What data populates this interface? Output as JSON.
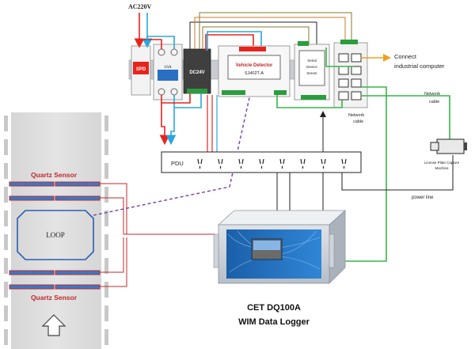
{
  "power": {
    "source": "AC220V",
    "spd": "SPD",
    "breaker": "16A",
    "psu": "DC24V"
  },
  "devices": {
    "vehicle_detector": {
      "title": "Vehicle Detector",
      "model": "SJ402T-A"
    },
    "serial_device_server": {
      "line1": "Serial",
      "line2": "Device",
      "line3": "Server"
    },
    "pdu": "PDU",
    "camera": {
      "line1": "License Plate Capture",
      "line2": "Machine"
    }
  },
  "labels": {
    "connect_line1": "Connect",
    "connect_line2": "industrial computer",
    "network_cable_1_line1": "Network",
    "network_cable_1_line2": "cable",
    "network_cable_2_line1": "Network",
    "network_cable_2_line2": "cable",
    "power_line": "power line",
    "quartz_sensor_top": "Quartz Sensor",
    "quartz_sensor_bottom": "Quartz Sensor",
    "loop": "LOOP",
    "logger_name": "CET DQ100A",
    "logger_desc": "WIM Data Logger"
  },
  "colors": {
    "power_red": "#e8231c",
    "signal_blue": "#2aa7e0",
    "network_green": "#39b54a",
    "loop_purple": "#7b3fa6",
    "sensor_red": "#c0282d",
    "wire_orange": "#c8792c",
    "wire_olive": "#8a7a2a"
  }
}
